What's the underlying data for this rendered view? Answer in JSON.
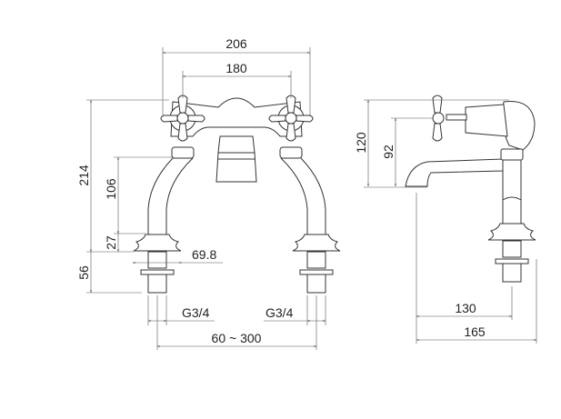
{
  "drawing": {
    "front_view": {
      "overall_width": "206",
      "handle_centers": "180",
      "overall_height": "214",
      "nut_height": "106",
      "flange_height": "27",
      "flange_diameter": "69.8",
      "tail_length": "56",
      "thread_left": "G3/4",
      "thread_right": "G3/4",
      "center_range": "60 ~ 300"
    },
    "side_view": {
      "height_top": "120",
      "spout_height": "92",
      "spout_reach": "130",
      "overall_depth": "165"
    }
  }
}
